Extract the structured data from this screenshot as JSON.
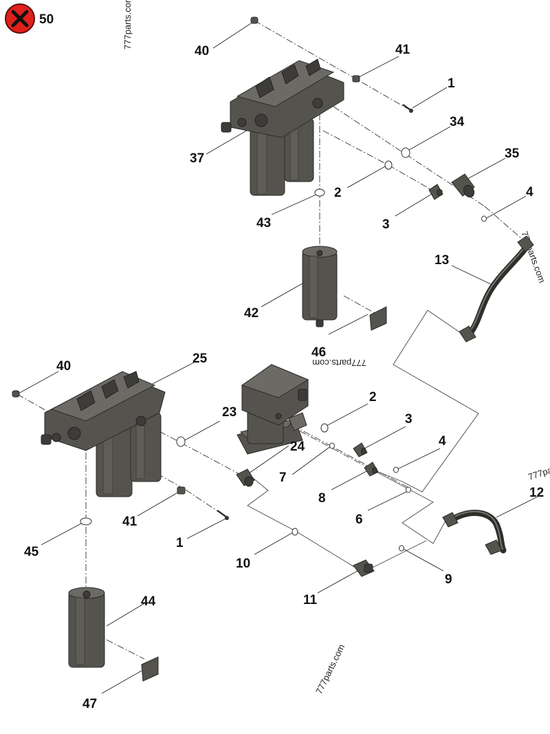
{
  "badge": {
    "icon": "close-x-icon",
    "color": "#e0201b",
    "number": "50"
  },
  "watermark": "777parts.com",
  "callouts": {
    "c40a": "40",
    "c41a": "41",
    "c1a": "1",
    "c34": "34",
    "c35": "35",
    "c37": "37",
    "c2a": "2",
    "c4a": "4",
    "c43": "43",
    "c3a": "3",
    "c13": "13",
    "c42": "42",
    "c46": "46",
    "c40b": "40",
    "c25": "25",
    "c23": "23",
    "c2b": "2",
    "c3b": "3",
    "c24": "24",
    "c4b": "4",
    "c7": "7",
    "c8": "8",
    "c6": "6",
    "c12": "12",
    "c41b": "41",
    "c1b": "1",
    "c45": "45",
    "c10": "10",
    "c9": "9",
    "c11": "11",
    "c44": "44",
    "c47": "47"
  }
}
